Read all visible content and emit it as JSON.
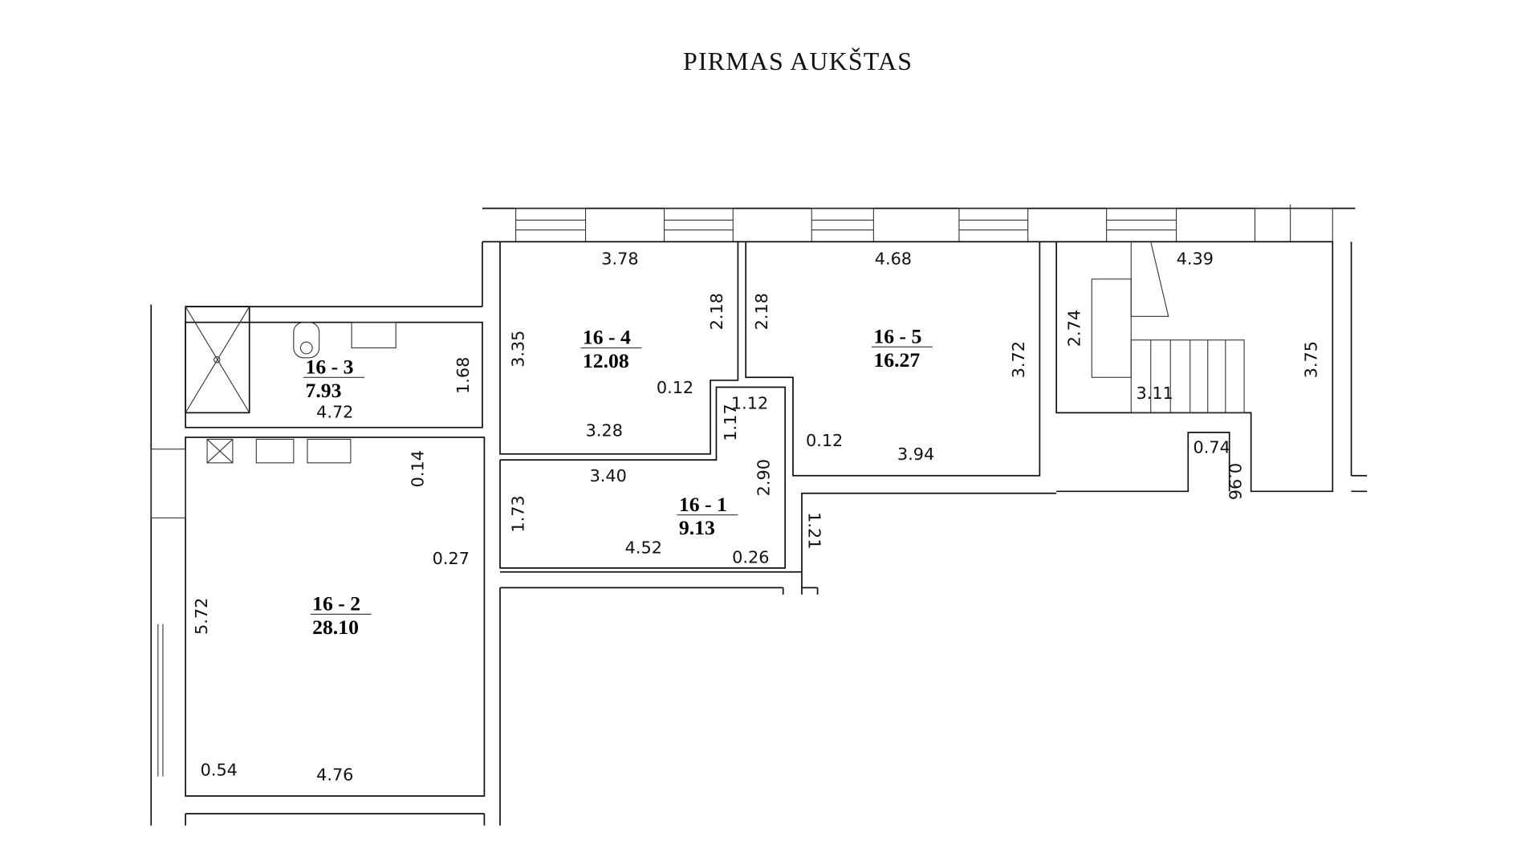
{
  "title": "PIRMAS AUKŠTAS",
  "rooms": [
    {
      "id": "16 - 1",
      "area": "9.13"
    },
    {
      "id": "16 - 2",
      "area": "28.10"
    },
    {
      "id": "16 - 3",
      "area": "7.93"
    },
    {
      "id": "16 - 4",
      "area": "12.08"
    },
    {
      "id": "16 - 5",
      "area": "16.27"
    }
  ],
  "dimensions": {
    "r4_top": "3.78",
    "r4_left": "3.35",
    "r4_right": "2.18",
    "r4_bottom": "3.28",
    "r4_notch": "0.12",
    "r5_top": "4.68",
    "r5_left": "2.18",
    "r5_right": "3.72",
    "r5_bottom": "3.94",
    "r5_notch": "0.12",
    "r1_top": "3.40",
    "r1_left": "1.73",
    "r1_right": "2.90",
    "r1_bottom": "4.52",
    "r1_corner": "0.26",
    "r1_step_w": "1.12",
    "r1_step_h": "1.17",
    "r3_bottom": "4.72",
    "r3_right": "1.68",
    "wall_014": "0.14",
    "r2_left": "5.72",
    "r2_bottom": "4.76",
    "r2_corner": "0.54",
    "wall_027": "0.27",
    "stair_top": "4.39",
    "stair_left": "2.74",
    "stair_right": "3.75",
    "stair_bottom": "3.11",
    "hall_074": "0.74",
    "hall_096": "0.96",
    "hall_121": "1.21"
  }
}
